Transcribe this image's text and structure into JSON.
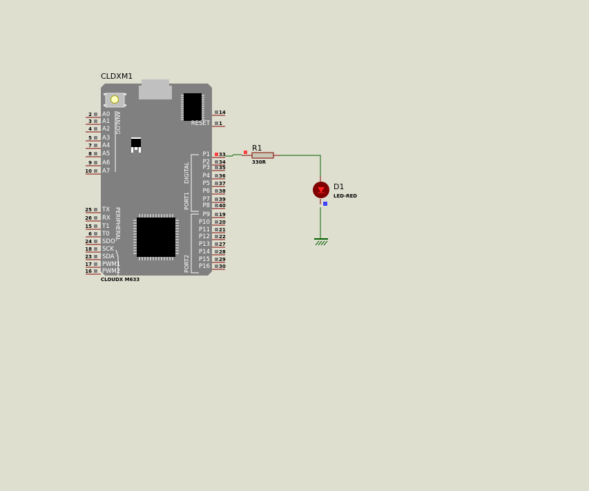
{
  "schematic": {
    "board": {
      "ref": "CLDXM1",
      "part": "CLOUDX M633",
      "colors": {
        "body": "#808080",
        "chip": "#000000",
        "usb": "#c0c0c0",
        "wire": "#800000"
      },
      "left_pins_analog": [
        {
          "num": "2",
          "label": "A0"
        },
        {
          "num": "3",
          "label": "A1"
        },
        {
          "num": "4",
          "label": "A2"
        },
        {
          "num": "5",
          "label": "A3"
        },
        {
          "num": "7",
          "label": "A4"
        },
        {
          "num": "8",
          "label": "A5"
        },
        {
          "num": "9",
          "label": "A6"
        },
        {
          "num": "10",
          "label": "A7"
        }
      ],
      "left_pins_peripheral": [
        {
          "num": "25",
          "label": "TX"
        },
        {
          "num": "26",
          "label": "RX"
        },
        {
          "num": "15",
          "label": "T1"
        },
        {
          "num": "6",
          "label": "T0"
        },
        {
          "num": "24",
          "label": "SDO"
        },
        {
          "num": "18",
          "label": "SCK"
        },
        {
          "num": "23",
          "label": "SDA"
        },
        {
          "num": "17",
          "label": "PWM1"
        },
        {
          "num": "16",
          "label": "PWM2"
        }
      ],
      "right_pins_top": [
        {
          "num": "14",
          "label": ""
        },
        {
          "num": "1",
          "label": "RESET"
        }
      ],
      "right_pins_port1": [
        {
          "num": "33",
          "label": "P1"
        },
        {
          "num": "34",
          "label": "P2"
        },
        {
          "num": "35",
          "label": "P3"
        },
        {
          "num": "36",
          "label": "P4"
        },
        {
          "num": "37",
          "label": "P5"
        },
        {
          "num": "38",
          "label": "P6"
        },
        {
          "num": "39",
          "label": "P7"
        },
        {
          "num": "40",
          "label": "P8"
        }
      ],
      "right_pins_port2": [
        {
          "num": "19",
          "label": "P9"
        },
        {
          "num": "20",
          "label": "P10"
        },
        {
          "num": "21",
          "label": "P11"
        },
        {
          "num": "22",
          "label": "P12"
        },
        {
          "num": "27",
          "label": "P13"
        },
        {
          "num": "28",
          "label": "P14"
        },
        {
          "num": "29",
          "label": "P15"
        },
        {
          "num": "30",
          "label": "P16"
        }
      ],
      "group_labels": {
        "analog": "ANALOG",
        "peripheral": "PERIPHERAL",
        "digital": "DIGITAL",
        "port1": "PORT1",
        "port2": "PORT2"
      }
    },
    "resistor": {
      "ref": "R1",
      "value": "330R"
    },
    "led": {
      "ref": "D1",
      "value": "LED-RED",
      "color": "#800000"
    },
    "ground": {
      "name": "GND"
    },
    "wire_color": "#006000"
  }
}
